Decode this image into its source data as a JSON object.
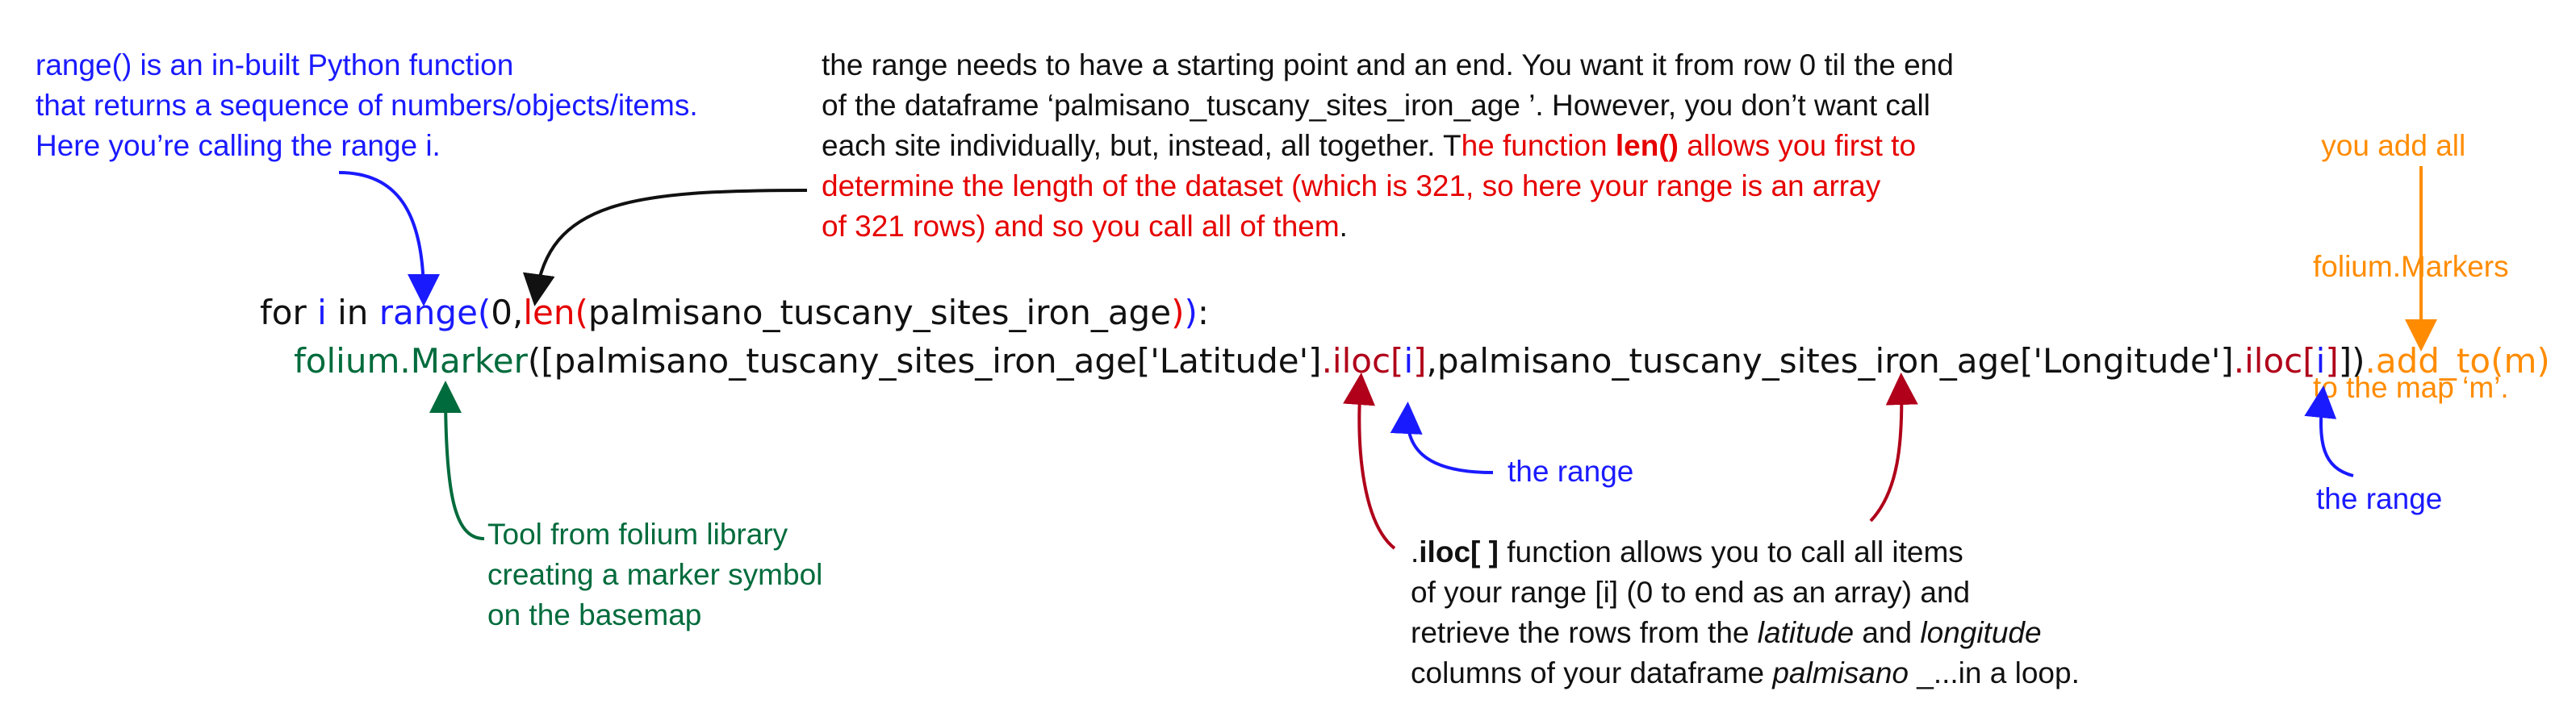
{
  "colors": {
    "blue": "#1a1aff",
    "red": "#e60000",
    "darkred": "#b0001a",
    "green": "#006b3c",
    "orange": "#ff8c00",
    "black": "#111111"
  },
  "notes": {
    "range_note": {
      "lines": [
        "range() is an in-built Python function",
        "that returns a sequence of numbers/objects/items.",
        "Here you’re calling the range i."
      ]
    },
    "len_note": {
      "line1": "the range needs to have a starting point and an end. You want it from row 0 til the end",
      "line2": "of the dataframe ‘palmisano_tuscany_sites_iron_age ’. However, you don’t want call",
      "line3": "each site individually, but, instead, all together. T",
      "line3_red_a": "he function ",
      "line3_red_bold": "len()",
      "line3_red_b": " allows you first to",
      "line4": "determine the length of the dataset (which is 321, so here your range is an array",
      "line5_red": "of 321 rows) and so you call all of them",
      "line5_dot": "."
    },
    "addto_note": {
      "lines": [
        " you add all",
        "folium.Markers",
        "to the map ‘m’."
      ]
    },
    "marker_note": {
      "lines": [
        "Tool from folium library",
        "creating a marker symbol",
        "on the basemap"
      ]
    },
    "range_label_1": "the range",
    "range_label_2": "the range",
    "iloc_note": {
      "l1_a": ".",
      "l1_bold": "iloc[ ]",
      "l1_b": " function allows you to call all items",
      "l2": "of your range [i] (0 to end as an array) and",
      "l3_a": "retrieve the rows from the ",
      "l3_italic_1": "latitude",
      "l3_b": " and ",
      "l3_italic_2": "longitude",
      "l4_a": "columns of your dataframe ",
      "l4_italic": "palmisano",
      "l4_b": " _...in a loop."
    }
  },
  "code": {
    "line1": {
      "for_kw": "for ",
      "var_i": "i",
      "in_kw": " in ",
      "range_fn": "range(",
      "zero": "0,",
      "len_fn": "len(",
      "df_name": "palmisano_tuscany_sites_iron_age",
      "close_len": ")",
      "close_range": ")",
      "colon": ":"
    },
    "line2": {
      "marker_fn": "folium.Marker",
      "open": "([",
      "df1": "palmisano_tuscany_sites_iron_age['Latitude']",
      "iloc1": ".iloc[",
      "i1": "i",
      "close1": "]",
      "comma": ",",
      "df2": "palmisano_tuscany_sites_iron_age['Longitude']",
      "iloc2": ".iloc[",
      "i2": "i",
      "close2": "]",
      "close_list": "])",
      "add_to": ".add_to(m)"
    }
  }
}
